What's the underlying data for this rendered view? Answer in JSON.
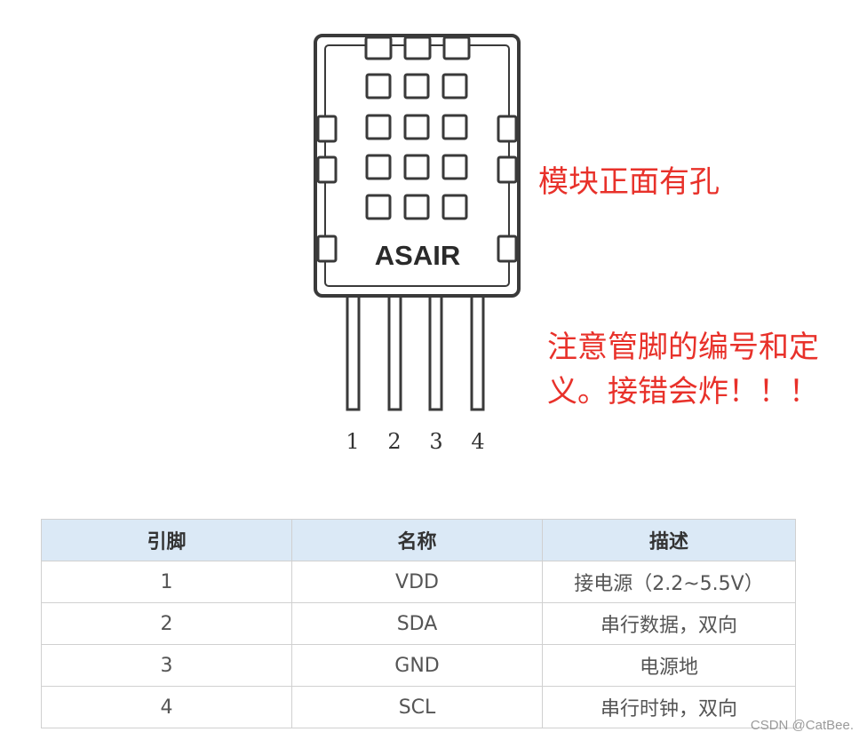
{
  "sensor": {
    "brand": "ASAIR",
    "pin_numbers": [
      "1",
      "2",
      "3",
      "4"
    ]
  },
  "notes": {
    "front": "模块正面有孔",
    "pins_line1": "注意管脚的编号和定",
    "pins_line2": "义。接错会炸！！！"
  },
  "table": {
    "headers": [
      "引脚",
      "名称",
      "描述"
    ],
    "rows": [
      [
        "1",
        "VDD",
        "接电源（2.2~5.5V）"
      ],
      [
        "2",
        "SDA",
        "串行数据，双向"
      ],
      [
        "3",
        "GND",
        "电源地"
      ],
      [
        "4",
        "SCL",
        "串行时钟，双向"
      ]
    ]
  },
  "watermark": "CSDN @CatBee.",
  "colors": {
    "note": "#e8312a",
    "header_bg": "#dbe9f6"
  }
}
